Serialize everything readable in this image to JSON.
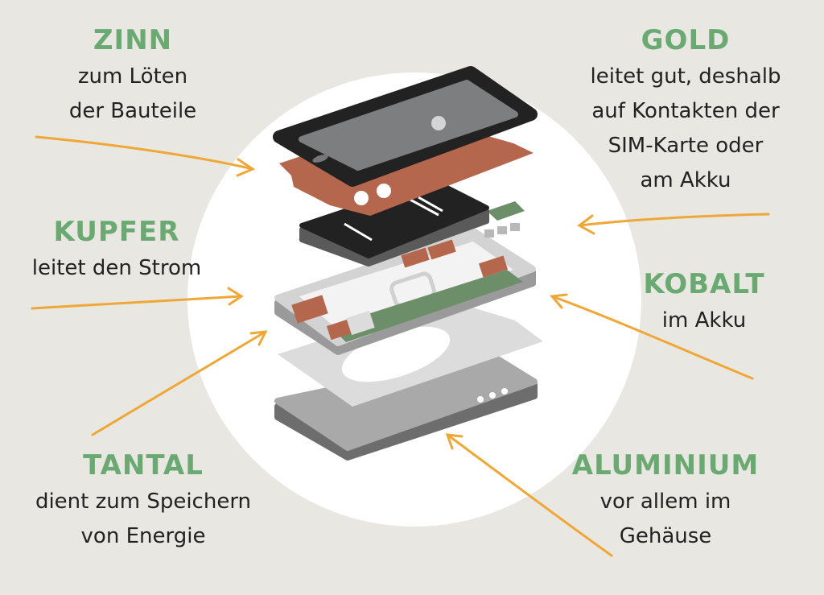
{
  "labels": {
    "zinn": {
      "title": "ZINN",
      "lines": [
        "zum Löten",
        "der Bauteile"
      ]
    },
    "gold": {
      "title": "GOLD",
      "lines": [
        "leitet gut, deshalb",
        "auf Kontakten der",
        "SIM-Karte oder",
        "am Akku"
      ]
    },
    "kupfer": {
      "title": "KUPFER",
      "lines": [
        "leitet den Strom"
      ]
    },
    "kobalt": {
      "title": "KOBALT",
      "lines": [
        "im Akku"
      ]
    },
    "tantal": {
      "title": "TANTAL",
      "lines": [
        "dient zum Speichern",
        "von Energie"
      ]
    },
    "aluminium": {
      "title": "ALUMINIUM",
      "lines": [
        "vor allem im",
        "Gehäuse"
      ]
    }
  },
  "colors": {
    "heading": "#6aaa72",
    "arrow": "#efa737",
    "copper": "#b5674d",
    "background": "#e9e7e2"
  }
}
